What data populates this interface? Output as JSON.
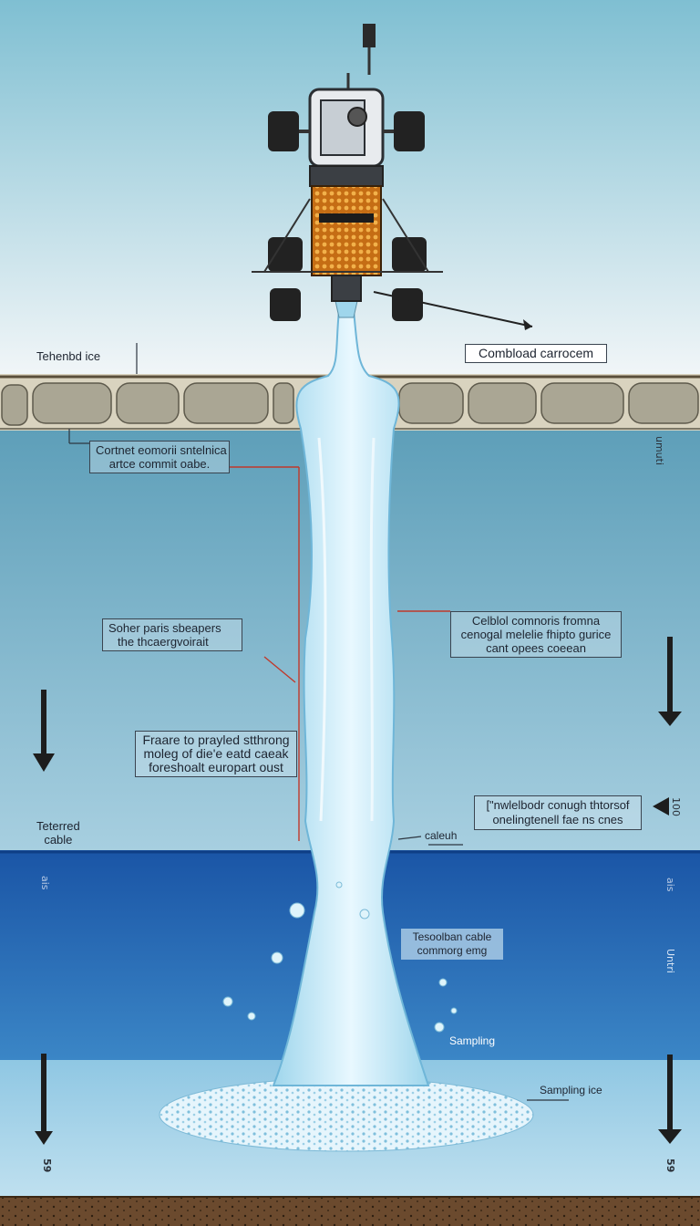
{
  "labels": {
    "tethered_ice": "Tehenbd ice",
    "command_box": "Combload carrocem",
    "top_left_box": [
      "Cortnet eomorii sntelnica",
      "artce commit oabe."
    ],
    "left_mid_box": [
      "Soher paris sbeapers",
      "the thcaergvoirait"
    ],
    "right_mid_box": [
      "Celblol comnoris fromna",
      "cenogal melelie fhipto gurice",
      "cant opees coeean"
    ],
    "left_lower_box": [
      "Fraare to prayled stthrong",
      "moleg of die'e eatd caeak",
      "foreshoalt europart oust"
    ],
    "right_lower_box": "[\"nwlelbodr conugh thtorsof onelingtenell fae ns cnes",
    "tethered_cable": [
      "Teterred",
      "cable"
    ],
    "caleuh": "caleuh",
    "ocean_box": [
      "Tesoolban cable",
      "commorg emg"
    ],
    "sampling": "Sampling",
    "sampling_ice": "Sampling ice"
  },
  "side_marks": {
    "right_top": "umuti",
    "right_arrow_label": "100",
    "left_water": "ais",
    "right_water": "ais",
    "right_deep": "Untri",
    "left_bottom": "59",
    "right_bottom": "59"
  },
  "colors": {
    "sky_top": "#7fbfd2",
    "sky_bottom": "#f2f6f8",
    "ice_crust": "#8a8778",
    "upper_water": "#6aa9c1",
    "ocean": "#1e5fae",
    "jet": "#bfe8f7",
    "lander_body": "#d07a1c",
    "ground": "#6b4a2e"
  }
}
